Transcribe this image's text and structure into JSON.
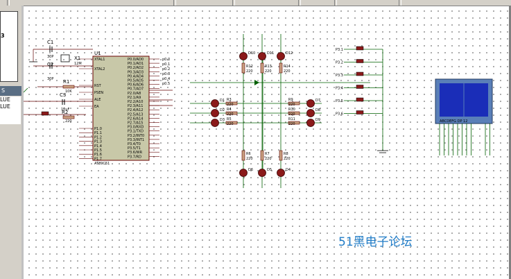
{
  "side_panel": {
    "preview_mark": "3",
    "device_header": "S",
    "devices": [
      "LUE",
      "LUE"
    ]
  },
  "schematic": {
    "mcu": {
      "ref": "U1",
      "part": "AT89C51",
      "left_pins": [
        "XTAL1",
        "XTAL2",
        "RST",
        "PSEN",
        "ALE",
        "EA",
        "P1.0",
        "P1.1",
        "P1.2",
        "P1.3",
        "P1.4",
        "P1.5",
        "P1.6",
        "P1.7"
      ],
      "right_pins": [
        "P0.0/AD0",
        "P0.1/AD1",
        "P0.2/AD2",
        "P0.3/AD3",
        "P0.4/AD4",
        "P0.5/AD5",
        "P0.6/AD6",
        "P0.7/AD7",
        "P2.0/A8",
        "P2.1/A9",
        "P2.2/A10",
        "P2.3/A11",
        "P2.4/A12",
        "P2.5/A13",
        "P2.6/A14",
        "P2.7/A15",
        "P3.0/RXD",
        "P3.1/TXD",
        "P3.2/INT0",
        "P3.3/INT1",
        "P3.4/T0",
        "P3.5/T1",
        "P3.6/WR",
        "P3.7/RD"
      ],
      "net_labels": [
        "p0.0",
        "p0.1",
        "p0.2",
        "p0.3",
        "p0.4",
        "p0.5"
      ]
    },
    "crystal": {
      "ref": "X1",
      "value": "12M"
    },
    "capacitors": [
      {
        "ref": "C1",
        "value": "30P"
      },
      {
        "ref": "C2",
        "value": "30P"
      },
      {
        "ref": "C3",
        "value": "10uF"
      }
    ],
    "mcu_resistors": [
      {
        "ref": "R1",
        "value": "10K"
      },
      {
        "ref": "R2",
        "value": "220"
      }
    ],
    "top_leds": [
      {
        "ref": "D10",
        "res": "R12"
      },
      {
        "ref": "D11",
        "res": "R13"
      },
      {
        "ref": "D12",
        "res": "R14"
      }
    ],
    "bottom_leds": [
      {
        "ref": "D6",
        "res": "R6"
      },
      {
        "ref": "D5",
        "res": "R7"
      },
      {
        "ref": "D4",
        "res": "R8"
      }
    ],
    "left_leds": [
      {
        "ref": "D1",
        "res": "R3"
      },
      {
        "ref": "D2",
        "res": "R4"
      },
      {
        "ref": "D3",
        "res": "R5"
      }
    ],
    "right_leds": [
      {
        "ref": "D7",
        "res": "R9"
      },
      {
        "ref": "D8",
        "res": "R10"
      },
      {
        "ref": "D9",
        "res": "R11"
      }
    ],
    "resistor_value": "220",
    "buttons": [
      "P3.1",
      "P3.2",
      "P3.3",
      "P3.4",
      "P3.5",
      "P3.6"
    ],
    "lcd": {
      "header": "ABCDEFG DP 12"
    }
  },
  "watermark": "51黑电子论坛",
  "colors": {
    "led_body": "#8b1a1a",
    "mcu_body": "#c8c8a8",
    "lcd_frame": "#5a7fb8",
    "lcd_screen": "#1a2db8",
    "wire": "#006000",
    "watermark": "#1f7bc6"
  }
}
